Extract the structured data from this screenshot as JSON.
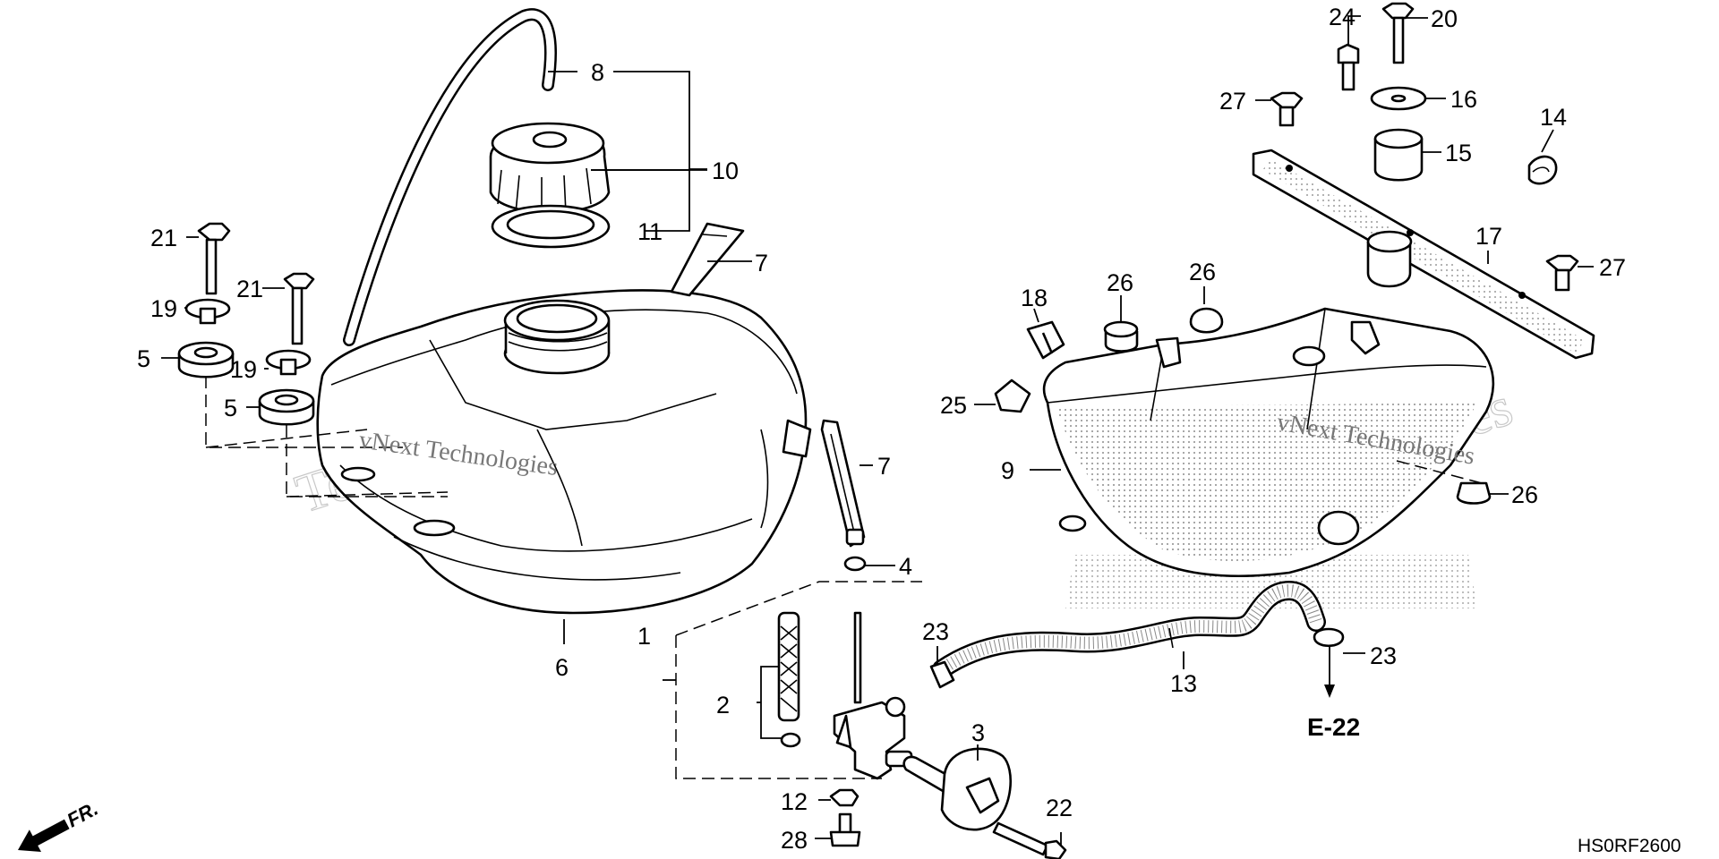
{
  "diagram": {
    "callouts": [
      {
        "id": "c1",
        "label": "1"
      },
      {
        "id": "c2",
        "label": "2"
      },
      {
        "id": "c3",
        "label": "3"
      },
      {
        "id": "c4",
        "label": "4"
      },
      {
        "id": "c5a",
        "label": "5"
      },
      {
        "id": "c5b",
        "label": "5"
      },
      {
        "id": "c6",
        "label": "6"
      },
      {
        "id": "c7a",
        "label": "7"
      },
      {
        "id": "c7b",
        "label": "7"
      },
      {
        "id": "c8",
        "label": "8"
      },
      {
        "id": "c9",
        "label": "9"
      },
      {
        "id": "c10",
        "label": "10"
      },
      {
        "id": "c11",
        "label": "11"
      },
      {
        "id": "c12",
        "label": "12"
      },
      {
        "id": "c13",
        "label": "13"
      },
      {
        "id": "c14",
        "label": "14"
      },
      {
        "id": "c15",
        "label": "15"
      },
      {
        "id": "c16",
        "label": "16"
      },
      {
        "id": "c17",
        "label": "17"
      },
      {
        "id": "c18",
        "label": "18"
      },
      {
        "id": "c19a",
        "label": "19"
      },
      {
        "id": "c19b",
        "label": "19"
      },
      {
        "id": "c20",
        "label": "20"
      },
      {
        "id": "c21a",
        "label": "21"
      },
      {
        "id": "c21b",
        "label": "21"
      },
      {
        "id": "c22",
        "label": "22"
      },
      {
        "id": "c23a",
        "label": "23"
      },
      {
        "id": "c23b",
        "label": "23"
      },
      {
        "id": "c24",
        "label": "24"
      },
      {
        "id": "c25",
        "label": "25"
      },
      {
        "id": "c26a",
        "label": "26"
      },
      {
        "id": "c26b",
        "label": "26"
      },
      {
        "id": "c26c",
        "label": "26"
      },
      {
        "id": "c27a",
        "label": "27"
      },
      {
        "id": "c27b",
        "label": "27"
      },
      {
        "id": "c28",
        "label": "28"
      }
    ],
    "reference": "E-22",
    "front_label": "FR.",
    "diagram_code": "HS0RF2600",
    "watermark": {
      "outline_line1": "vNext",
      "outline_line2": "Technologies",
      "text": "vNext Technologies"
    }
  }
}
